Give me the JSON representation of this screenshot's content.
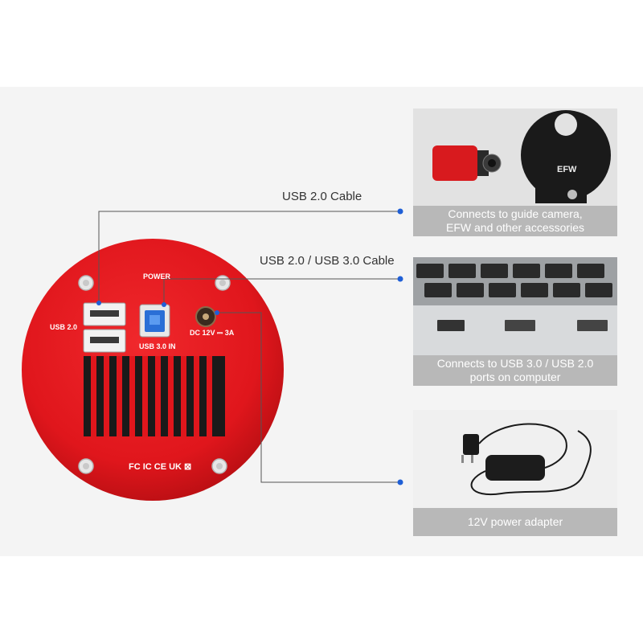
{
  "colors": {
    "camera_body": "#e0161c",
    "connector_line": "#555555",
    "connector_dot": "#1f5fd6",
    "caption_bg": "#b8b8b8",
    "panel_bg": "#dcdcdc"
  },
  "camera": {
    "usb2_label": "USB 2.0",
    "power_label": "POWER",
    "usb3_label": "USB 3.0 IN",
    "dc_label": "DC 12V ⎓ 3A",
    "cert_marks": "FC IC CE UK ⊠"
  },
  "cables": {
    "usb2": "USB 2.0 Cable",
    "usb23": "USB 2.0 / USB 3.0 Cable"
  },
  "panels": {
    "accessories": {
      "caption_line1": "Connects to guide camera,",
      "caption_line2": "EFW and other accessories",
      "efw_label": "EFW"
    },
    "computer": {
      "caption_line1": "Connects to USB 3.0 / USB 2.0",
      "caption_line2": "ports on computer"
    },
    "power": {
      "caption": "12V power adapter"
    }
  }
}
